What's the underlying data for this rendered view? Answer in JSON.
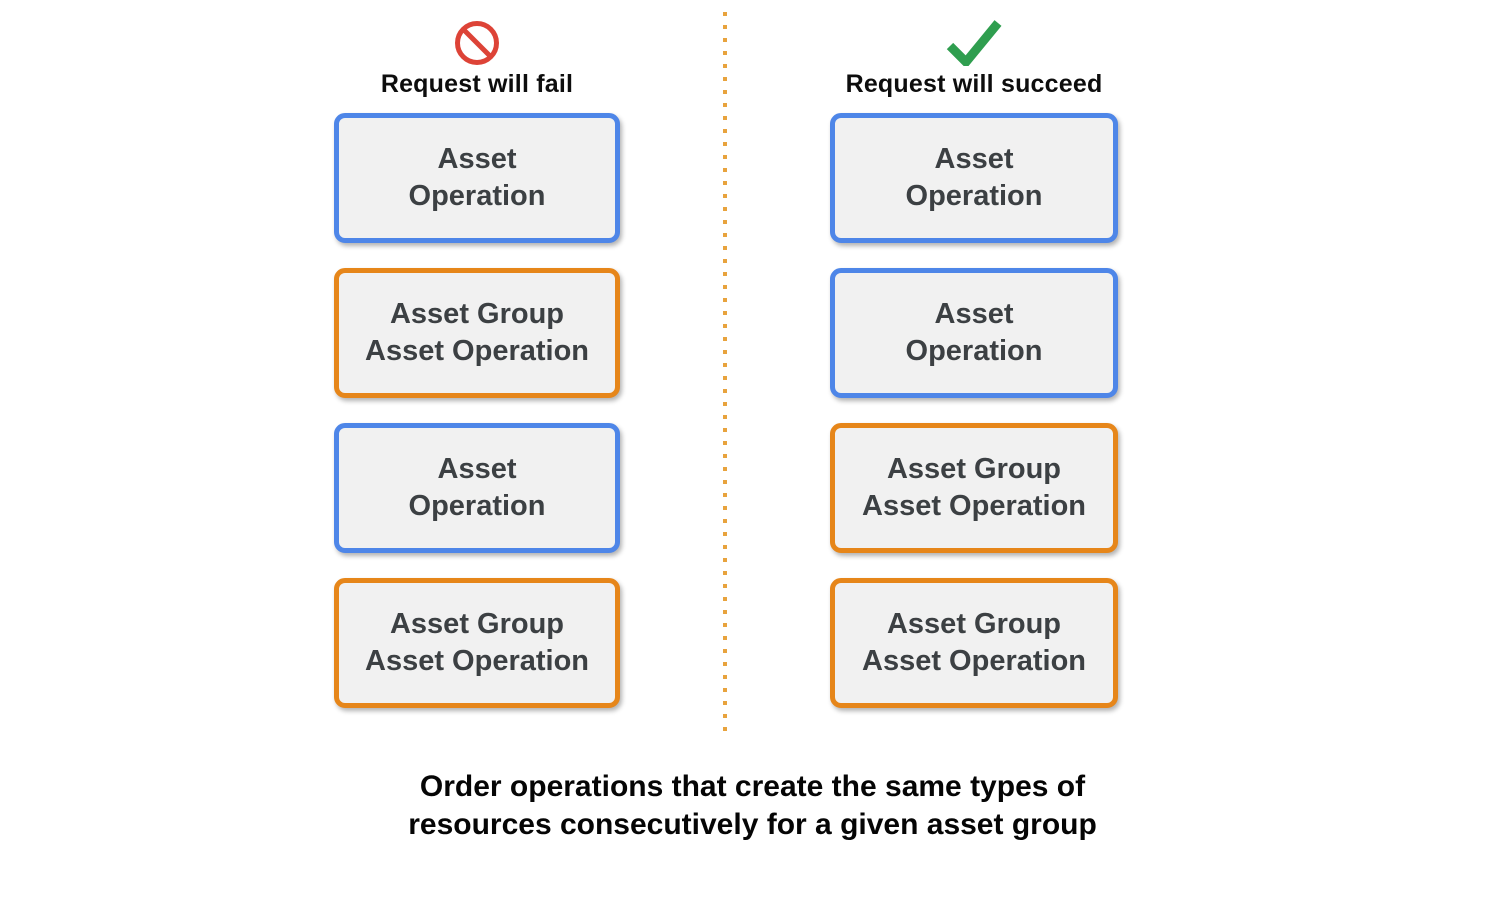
{
  "columns": [
    {
      "title": "Request will fail",
      "icon": "prohibited-icon",
      "boxes": [
        {
          "label": "Asset\nOperation",
          "type": "asset-operation",
          "border": "blue"
        },
        {
          "label": "Asset Group\nAsset Operation",
          "type": "asset-group-asset-operation",
          "border": "orange"
        },
        {
          "label": "Asset\nOperation",
          "type": "asset-operation",
          "border": "blue"
        },
        {
          "label": "Asset Group\nAsset Operation",
          "type": "asset-group-asset-operation",
          "border": "orange"
        }
      ]
    },
    {
      "title": "Request will succeed",
      "icon": "checkmark-icon",
      "boxes": [
        {
          "label": "Asset\nOperation",
          "type": "asset-operation",
          "border": "blue"
        },
        {
          "label": "Asset\nOperation",
          "type": "asset-operation",
          "border": "blue"
        },
        {
          "label": "Asset Group\nAsset Operation",
          "type": "asset-group-asset-operation",
          "border": "orange"
        },
        {
          "label": "Asset Group\nAsset Operation",
          "type": "asset-group-asset-operation",
          "border": "orange"
        }
      ]
    }
  ],
  "caption": "Order operations that create the same types of\nresources consecutively for a given asset group",
  "colors": {
    "blue_border": "#4e86e8",
    "orange_border": "#e6861a",
    "box_fill": "#f1f1f1",
    "box_text": "#3c4043",
    "title_text": "#0d0d0d",
    "caption_text": "#050505",
    "fail_red": "#dd4337",
    "success_green": "#2f9e4f",
    "divider_dot": "#e8a33d"
  }
}
